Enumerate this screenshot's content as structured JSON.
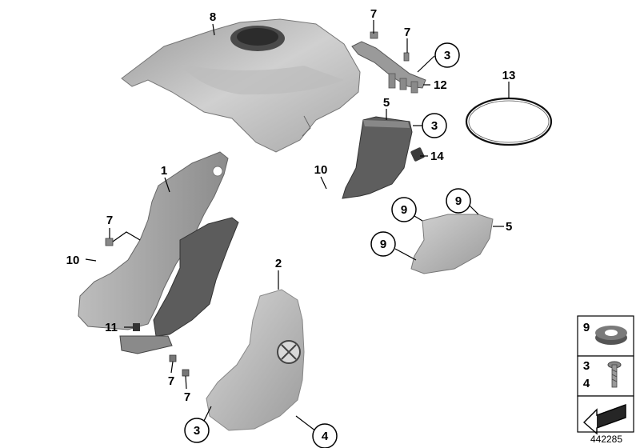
{
  "callouts": {
    "p8": "8",
    "p7a": "7",
    "p7b": "7",
    "p3a": "3",
    "p12": "12",
    "p13": "13",
    "p5a": "5",
    "p3b": "3",
    "p14": "14",
    "p10a": "10",
    "p1": "1",
    "p9a": "9",
    "p9b": "9",
    "p5b": "5",
    "p9c": "9",
    "p7c": "7",
    "p10b": "10",
    "p2": "2",
    "p11": "11",
    "p7d": "7",
    "p7e": "7",
    "p3c": "3",
    "p4": "4"
  },
  "legend": {
    "grommet": "9",
    "screw_top": "3",
    "screw_bottom": "4"
  },
  "reference_number": "442285",
  "colors": {
    "part_light": "#c4c4c4",
    "part_dark": "#7e7e7e",
    "line": "#000000"
  }
}
